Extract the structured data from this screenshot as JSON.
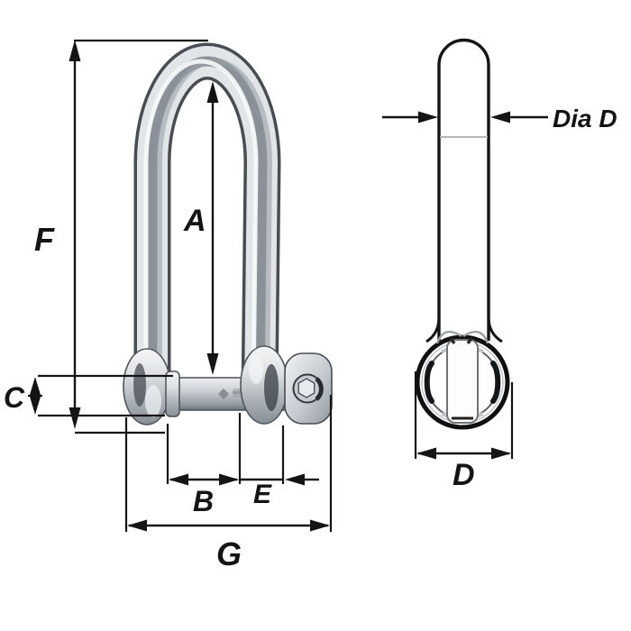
{
  "diagram": {
    "type": "technical-dimension-drawing",
    "subject": "long D shackle with captive pin, front view and pin side view",
    "background": "#ffffff",
    "line_color": "#141414",
    "metal_colors": {
      "light": "#e2e5e8",
      "mid": "#aab1b7",
      "dark": "#474d53"
    },
    "front_view": {
      "dims": {
        "f": "F",
        "a": "A",
        "c": "C",
        "b": "B",
        "e": "E",
        "g": "G"
      }
    },
    "side_view": {
      "dims": {
        "dia_d": "Dia D",
        "d": "D"
      }
    }
  }
}
